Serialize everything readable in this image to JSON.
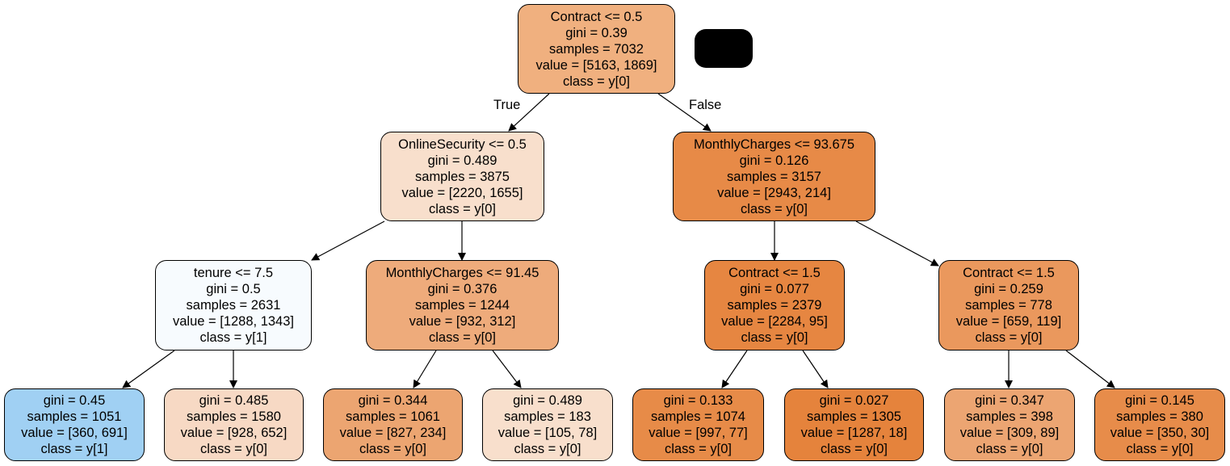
{
  "edge_labels": {
    "true_label": "True",
    "false_label": "False"
  },
  "nodes": {
    "root": {
      "lines": [
        "Contract <= 0.5",
        "gini = 0.39",
        "samples = 7032",
        "value = [5163, 1869]",
        "class = y[0]"
      ],
      "fill": "#f0b07f"
    },
    "n1": {
      "lines": [
        "OnlineSecurity <= 0.5",
        "gini = 0.489",
        "samples = 3875",
        "value = [2220, 1655]",
        "class = y[0]"
      ],
      "fill": "#f8dfcc"
    },
    "n2": {
      "lines": [
        "MonthlyCharges <= 93.675",
        "gini = 0.126",
        "samples = 3157",
        "value = [2943, 214]",
        "class = y[0]"
      ],
      "fill": "#e78a47"
    },
    "n3": {
      "lines": [
        "tenure <= 7.5",
        "gini = 0.5",
        "samples = 2631",
        "value = [1288, 1343]",
        "class = y[1]"
      ],
      "fill": "#f7fbfe"
    },
    "n4": {
      "lines": [
        "MonthlyCharges <= 91.45",
        "gini = 0.376",
        "samples = 1244",
        "value = [932, 312]",
        "class = y[0]"
      ],
      "fill": "#eeab7b"
    },
    "n5": {
      "lines": [
        "Contract <= 1.5",
        "gini = 0.077",
        "samples = 2379",
        "value = [2284, 95]",
        "class = y[0]"
      ],
      "fill": "#e68641"
    },
    "n6": {
      "lines": [
        "Contract <= 1.5",
        "gini = 0.259",
        "samples = 778",
        "value = [659, 119]",
        "class = y[0]"
      ],
      "fill": "#ea985d"
    },
    "l1": {
      "lines": [
        "gini = 0.45",
        "samples = 1051",
        "value = [360, 691]",
        "class = y[1]"
      ],
      "fill": "#a0d0f3"
    },
    "l2": {
      "lines": [
        "gini = 0.485",
        "samples = 1580",
        "value = [928, 652]",
        "class = y[0]"
      ],
      "fill": "#f7d9c4"
    },
    "l3": {
      "lines": [
        "gini = 0.344",
        "samples = 1061",
        "value = [827, 234]",
        "class = y[0]"
      ],
      "fill": "#eca571"
    },
    "l4": {
      "lines": [
        "gini = 0.489",
        "samples = 183",
        "value = [105, 78]",
        "class = y[0]"
      ],
      "fill": "#f8dfcc"
    },
    "l5": {
      "lines": [
        "gini = 0.133",
        "samples = 1074",
        "value = [997, 77]",
        "class = y[0]"
      ],
      "fill": "#e78b48"
    },
    "l6": {
      "lines": [
        "gini = 0.027",
        "samples = 1305",
        "value = [1287, 18]",
        "class = y[0]"
      ],
      "fill": "#e5833c"
    },
    "l7": {
      "lines": [
        "gini = 0.347",
        "samples = 398",
        "value = [309, 89]",
        "class = y[0]"
      ],
      "fill": "#eca572"
    },
    "l8": {
      "lines": [
        "gini = 0.145",
        "samples = 380",
        "value = [350, 30]",
        "class = y[0]"
      ],
      "fill": "#e78c4a"
    }
  },
  "legend_blob_color": "#000000",
  "edge_color": "#000000"
}
